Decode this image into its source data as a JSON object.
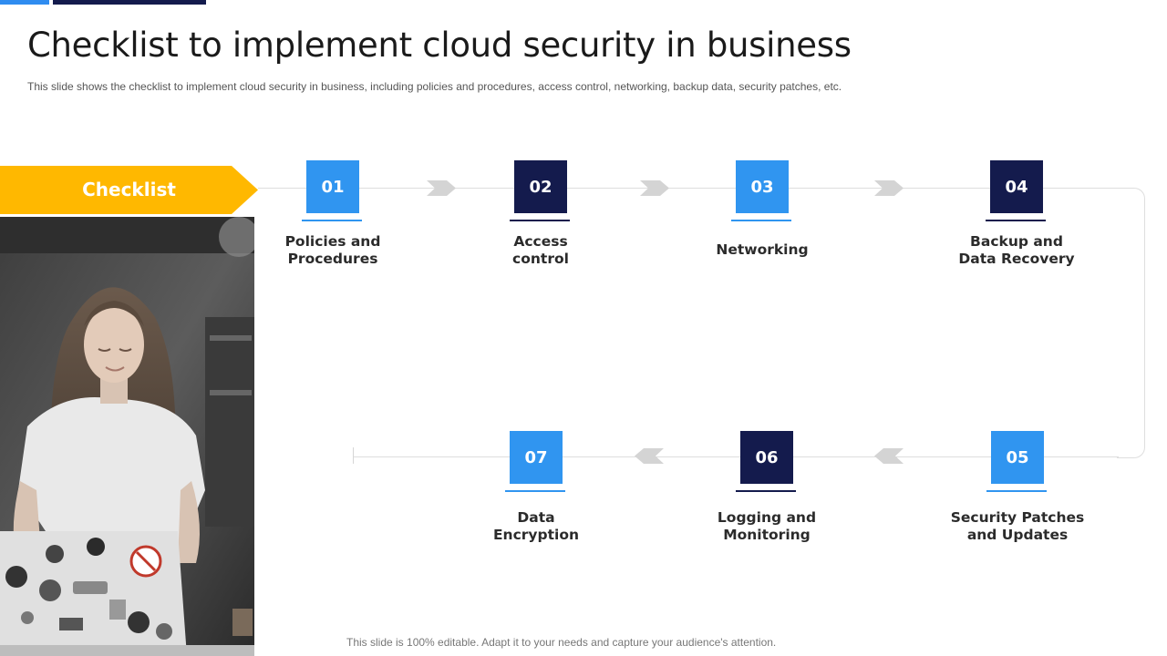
{
  "slide": {
    "title": "Checklist to implement cloud security in business",
    "subtitle": "This slide shows the checklist to implement cloud security in business, including policies and procedures, access control, networking, backup data, security patches, etc.",
    "banner_label": "Checklist",
    "footer": "This slide is 100% editable. Adapt it to your needs and capture your audience's attention."
  },
  "colors": {
    "accent_blue": "#3095f0",
    "navy": "#141b4d",
    "banner_yellow": "#ffb800",
    "connector_gray": "#d4d4d4"
  },
  "steps": [
    {
      "number": "01",
      "line1": "Policies and",
      "line2": "Procedures",
      "style": "blue"
    },
    {
      "number": "02",
      "line1": "Access",
      "line2": "control",
      "style": "navy"
    },
    {
      "number": "03",
      "line1": "Networking",
      "line2": "",
      "style": "blue"
    },
    {
      "number": "04",
      "line1": "Backup and",
      "line2": "Data Recovery",
      "style": "navy"
    },
    {
      "number": "05",
      "line1": "Security Patches",
      "line2": "and Updates",
      "style": "blue"
    },
    {
      "number": "06",
      "line1": "Logging and",
      "line2": "Monitoring",
      "style": "navy"
    },
    {
      "number": "07",
      "line1": "Data",
      "line2": "Encryption",
      "style": "blue"
    }
  ],
  "photo": {
    "description_icon": "woman-with-laptop-photo"
  }
}
